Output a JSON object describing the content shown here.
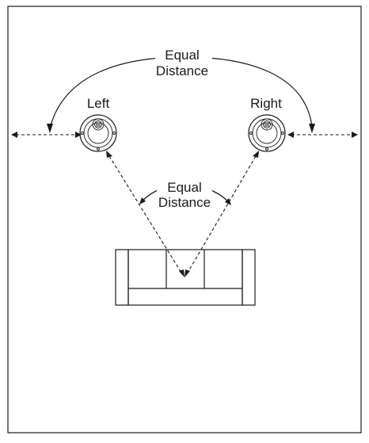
{
  "labels": {
    "left_speaker": "Left",
    "right_speaker": "Right",
    "outer_equal_line1": "Equal",
    "outer_equal_line2": "Distance",
    "inner_equal_line1": "Equal",
    "inner_equal_line2": "Distance"
  },
  "colors": {
    "line": "#1a1a1a",
    "background": "#ffffff"
  },
  "icons": {
    "speaker": "speaker-icon",
    "sofa": "sofa-icon"
  }
}
